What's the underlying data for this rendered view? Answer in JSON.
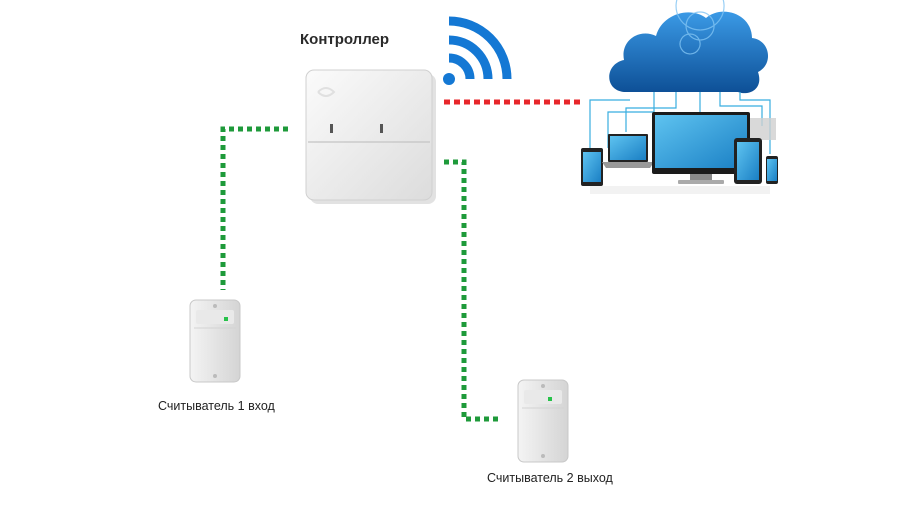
{
  "labels": {
    "controller": "Контроллер",
    "reader_entry": "Считыватель 1 вход",
    "reader_exit": "Считыватель 2  выход"
  },
  "colors": {
    "wired_link": "#1e9a3a",
    "wireless_link": "#e8262a",
    "wifi": "#1478d4",
    "cloud": "#1668b8",
    "device_screen": "#29a3e0",
    "reader_led": "#27c24a"
  },
  "icons": [
    "wifi-icon",
    "cloud-icon",
    "devices-icon",
    "controller-icon",
    "reader-icon"
  ]
}
